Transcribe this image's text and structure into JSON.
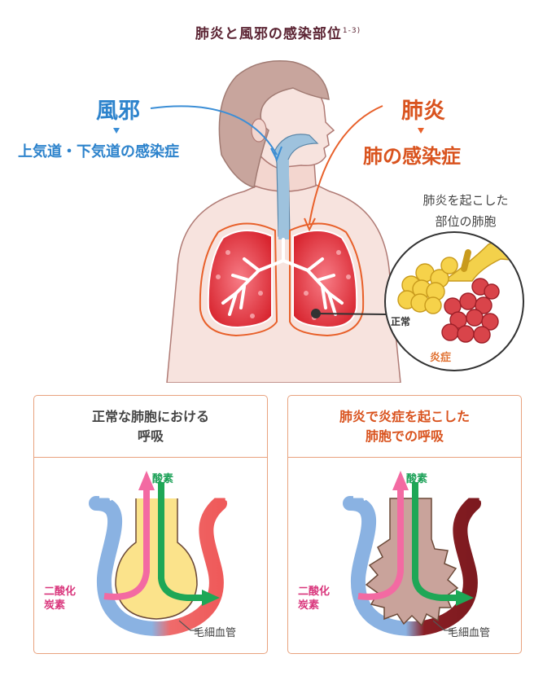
{
  "title": {
    "text": "肺炎と風邪の感染部位",
    "ref": "1-3)"
  },
  "cold": {
    "label": "風邪",
    "sub": "上気道・下気道の感染症",
    "color": "#2d83cc"
  },
  "pneumonia": {
    "label": "肺炎",
    "sub": "肺の感染症",
    "color": "#d9531e"
  },
  "inset": {
    "caption_line1": "肺炎を起こした",
    "caption_line2": "部位の肺胞",
    "normal_label": "正常",
    "inflamed_label": "炎症"
  },
  "panels": [
    {
      "heading_line1": "正常な肺胞における",
      "heading_line2": "呼吸",
      "oxygen": "酸素",
      "co2_line1": "二酸化",
      "co2_line2": "炭素",
      "capillary": "毛細血管"
    },
    {
      "heading_line1": "肺炎で炎症を起こした",
      "heading_line2": "肺胞での呼吸",
      "oxygen": "酸素",
      "co2_line1": "二酸化",
      "co2_line2": "炭素",
      "capillary": "毛細血管"
    }
  ]
}
